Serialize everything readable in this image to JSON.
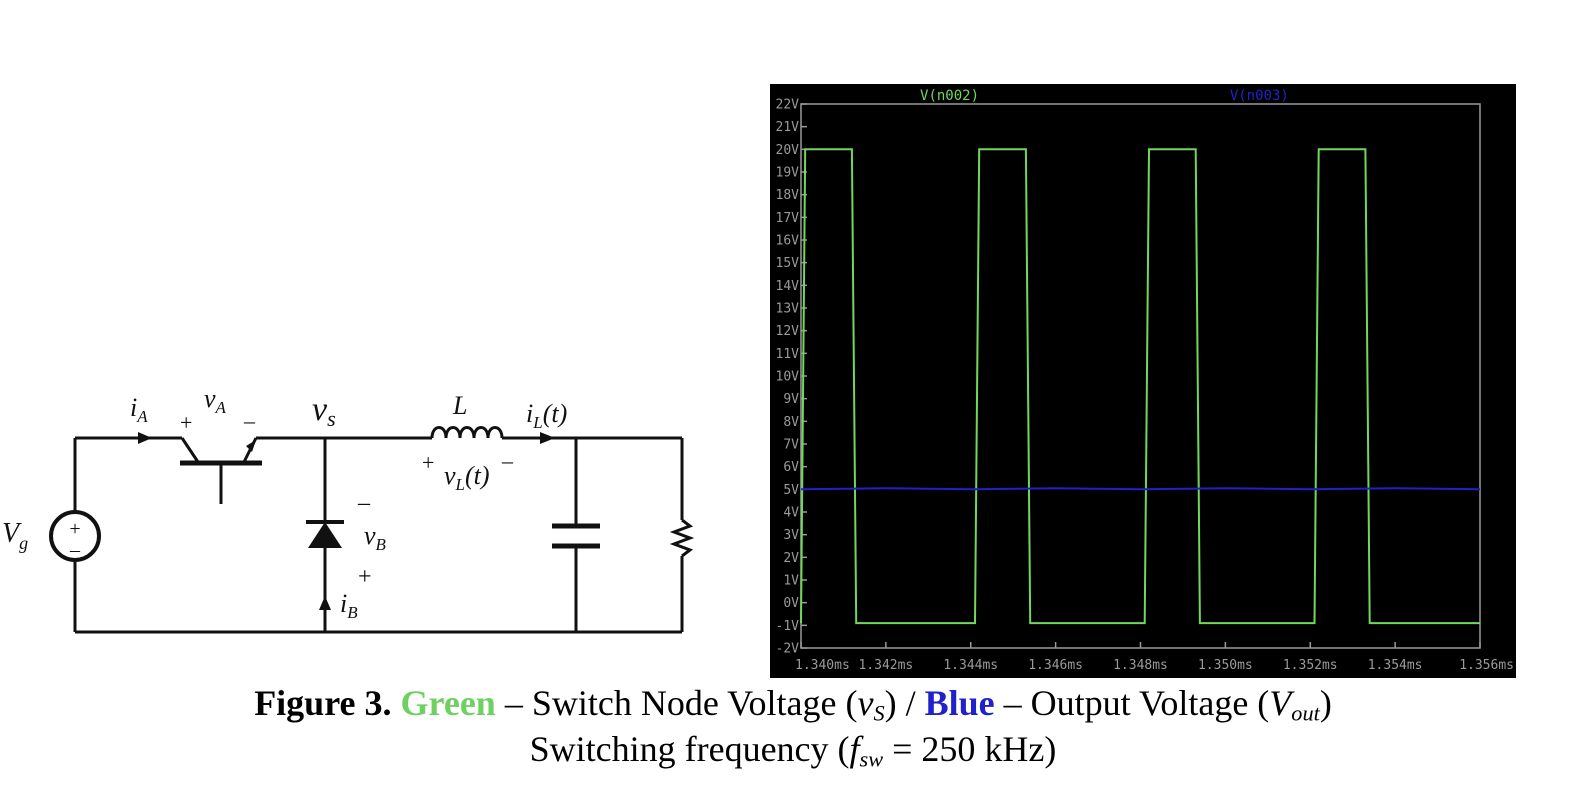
{
  "circuit": {
    "labels": {
      "ia": "i",
      "ia_sub": "A",
      "va": "v",
      "va_sub": "A",
      "va_plus": "+",
      "va_minus": "–",
      "vs": "v",
      "vs_sub": "s",
      "L": "L",
      "il": "i",
      "il_sub": "L",
      "il_t": "(t)",
      "vl": "v",
      "vl_sub": "L",
      "vl_t": "(t)",
      "vl_plus": "+",
      "vl_minus": "–",
      "vg": "V",
      "vg_sub": "g",
      "vb": "v",
      "vb_sub": "B",
      "vb_minus": "–",
      "vb_plus": "+",
      "ib": "i",
      "ib_sub": "B",
      "src_plus": "+",
      "src_minus": "–"
    }
  },
  "chart_data": {
    "type": "line",
    "series": [
      {
        "name": "V(n002)",
        "color": "#71d85c",
        "x": [
          1.34,
          1.3401,
          1.3412,
          1.3413,
          1.3441,
          1.3442,
          1.3453,
          1.3454,
          1.3481,
          1.3482,
          1.3493,
          1.3494,
          1.3521,
          1.3522,
          1.3533,
          1.3534,
          1.356
        ],
        "y": [
          -0.9,
          20.0,
          20.0,
          -0.9,
          -0.9,
          20.0,
          20.0,
          -0.9,
          -0.9,
          20.0,
          20.0,
          -0.9,
          -0.9,
          20.0,
          20.0,
          -0.9,
          -0.9
        ]
      },
      {
        "name": "V(n003)",
        "color": "#1f22c8",
        "x": [
          1.34,
          1.342,
          1.344,
          1.346,
          1.348,
          1.35,
          1.352,
          1.354,
          1.356
        ],
        "y": [
          5.0,
          5.05,
          5.0,
          5.05,
          5.0,
          5.05,
          5.0,
          5.05,
          5.0
        ]
      }
    ],
    "y_ticks": [
      "22V",
      "21V",
      "20V",
      "19V",
      "18V",
      "17V",
      "16V",
      "15V",
      "14V",
      "13V",
      "12V",
      "11V",
      "10V",
      "9V",
      "8V",
      "7V",
      "6V",
      "5V",
      "4V",
      "3V",
      "2V",
      "1V",
      "0V",
      "-1V",
      "-2V"
    ],
    "x_ticks": [
      "1.340ms",
      "1.342ms",
      "1.344ms",
      "1.346ms",
      "1.348ms",
      "1.350ms",
      "1.352ms",
      "1.354ms",
      "1.356ms"
    ],
    "xlim": [
      1.34,
      1.356
    ],
    "ylim": [
      -2,
      22
    ],
    "grid": false,
    "background": "#000000",
    "axis_color": "#9a9a9a"
  },
  "caption": {
    "fig_label": "Figure 3.",
    "green_word": "Green",
    "part1": " – Switch Node Voltage (",
    "vs_v": "v",
    "vs_sub": "S",
    "part2": ") / ",
    "blue_word": "Blue",
    "part3": " – Output Voltage (",
    "vout_v": "V",
    "vout_sub": "out",
    "part4": ")",
    "line2_a": "Switching frequency (",
    "fsw_f": "f",
    "fsw_sub": "sw",
    "line2_b": " = 250 kHz)"
  },
  "colors": {
    "green": "#6fd063",
    "blue": "#1f22c8"
  }
}
